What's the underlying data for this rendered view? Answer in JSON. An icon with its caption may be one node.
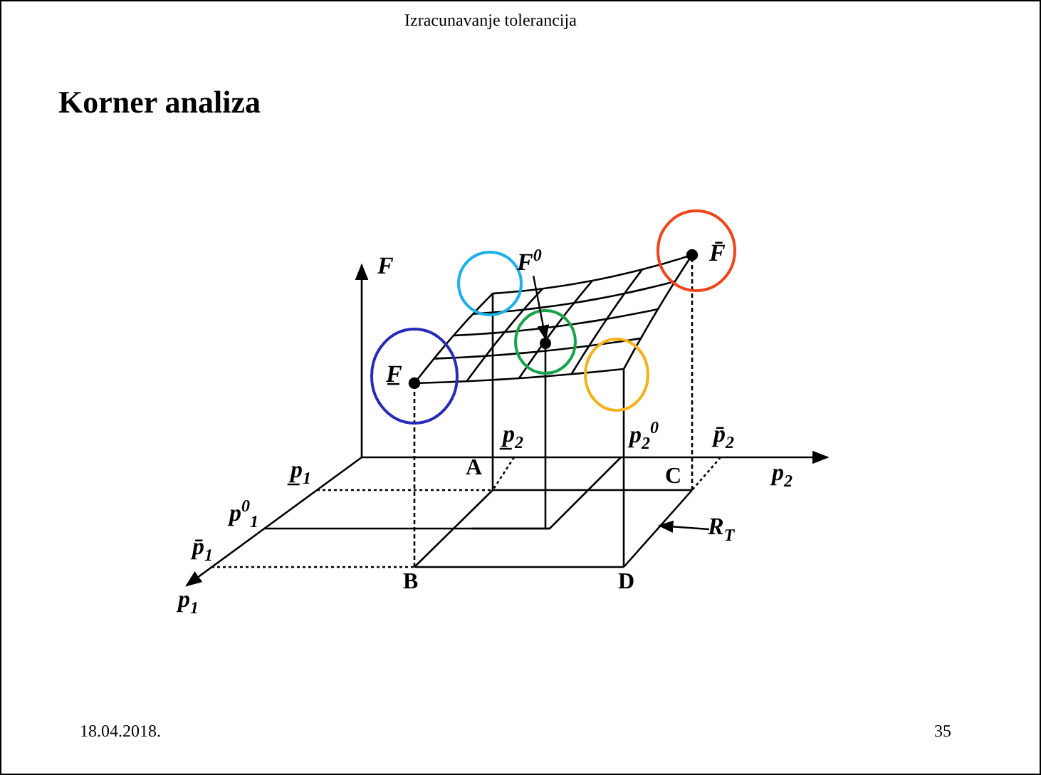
{
  "diagram": {
    "title": "Korner analiza",
    "nodes": [
      {
        "text": [
          "F$^{0}$"
        ]
      },
      {
        "text": [],
        "shape": "circle"
      },
      {
        "text": [
          "R$_{T}$"
        ]
      }
    ],
    "edges": [
      {
        "from": 0,
        "to": 1,
        "arrow": "to"
      },
      {
        "from": 2,
        "to": null,
        "arrow": "to"
      }
    ],
    "labels": [
      "Izracunavanje tolerancija",
      "F",
      "F̄",
      "F̲",
      "p̲$_{2}$",
      "p$_{2}$$^{0}$",
      "p̄$_{2}$",
      "p̲$_{1}$",
      "A",
      "C",
      "p$_{2}$",
      "p$^{0}$$_{1}$",
      "p̄$_{1}$",
      "B",
      "D",
      "p$_{1}$",
      "18.04.2018.",
      "35"
    ]
  }
}
